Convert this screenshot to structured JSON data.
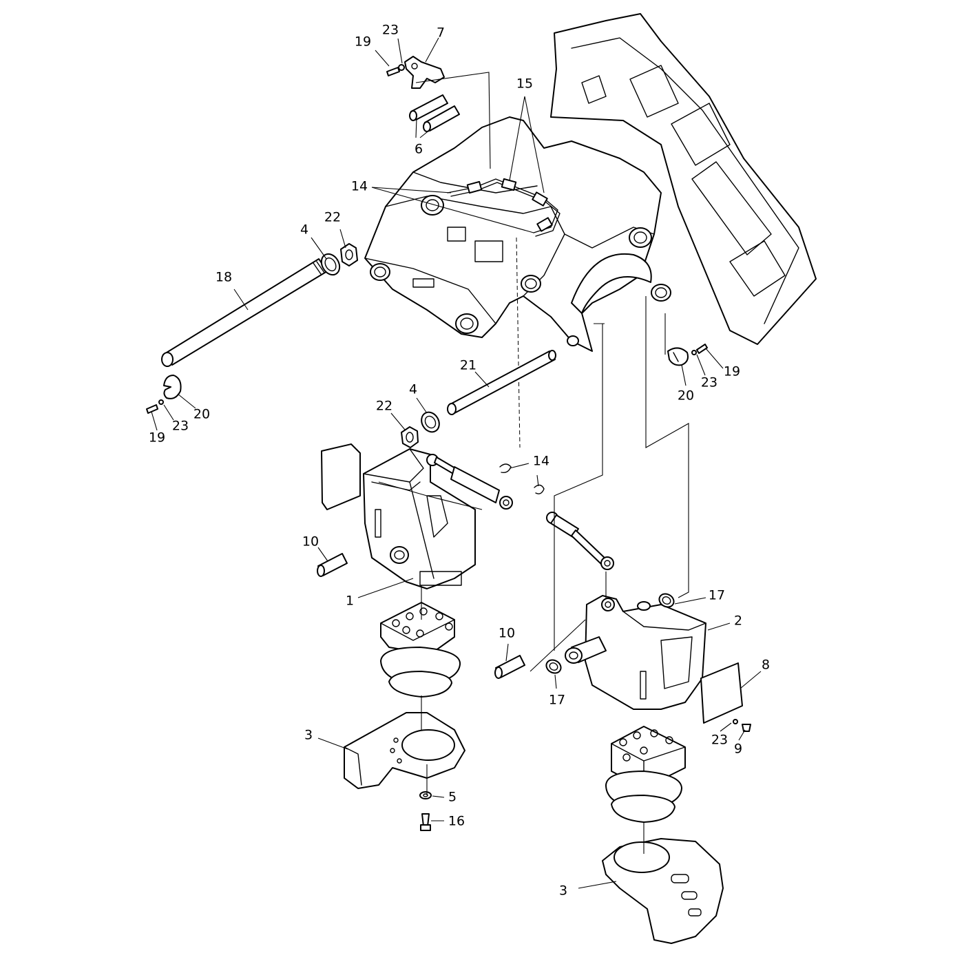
{
  "diagram": {
    "callouts": [
      "19",
      "23",
      "7",
      "15",
      "6",
      "14",
      "22",
      "4",
      "18",
      "21",
      "22",
      "4",
      "20",
      "23",
      "19",
      "19",
      "23",
      "20",
      "14",
      "10",
      "1",
      "17",
      "2",
      "10",
      "17",
      "8",
      "23",
      "9",
      "3",
      "5",
      "16",
      "3"
    ]
  }
}
